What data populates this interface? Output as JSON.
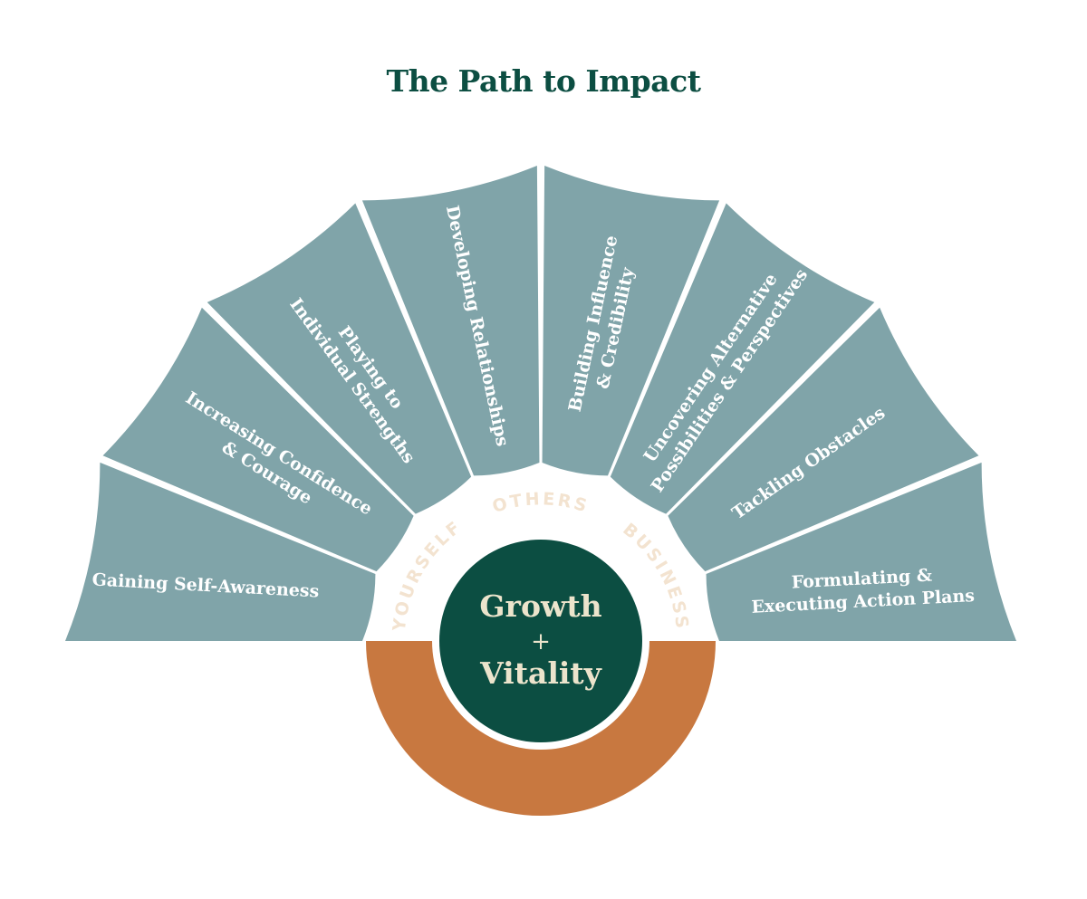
{
  "title": "The Path to Impact",
  "colors": {
    "title": "#0c4e42",
    "segment": "#80a4a9",
    "segment_text": "#ffffff",
    "ring": "#c87840",
    "ring_text": "#f3e3d0",
    "center": "#0c4e42",
    "center_text": "#ece4cc"
  },
  "segments": [
    {
      "id": "self-awareness",
      "lines": [
        "Gaining Self-Awareness"
      ]
    },
    {
      "id": "confidence",
      "lines": [
        "Increasing Confidence",
        "& Courage"
      ]
    },
    {
      "id": "strengths",
      "lines": [
        "Playing to",
        "Individual Strengths"
      ]
    },
    {
      "id": "relationships",
      "lines": [
        "Developing Relationships"
      ]
    },
    {
      "id": "influence",
      "lines": [
        "Building Influence",
        "& Credibility"
      ]
    },
    {
      "id": "alternatives",
      "lines": [
        "Uncovering Alternative",
        "Possibilities & Perspectives"
      ]
    },
    {
      "id": "obstacles",
      "lines": [
        "Tackling Obstacles"
      ]
    },
    {
      "id": "action-plans",
      "lines": [
        "Formulating &",
        "Executing Action Plans"
      ]
    }
  ],
  "ring_labels": [
    "YOURSELF",
    "OTHERS",
    "BUSINESS"
  ],
  "center": {
    "line1": "Growth",
    "plus": "+",
    "line2": "Vitality"
  }
}
